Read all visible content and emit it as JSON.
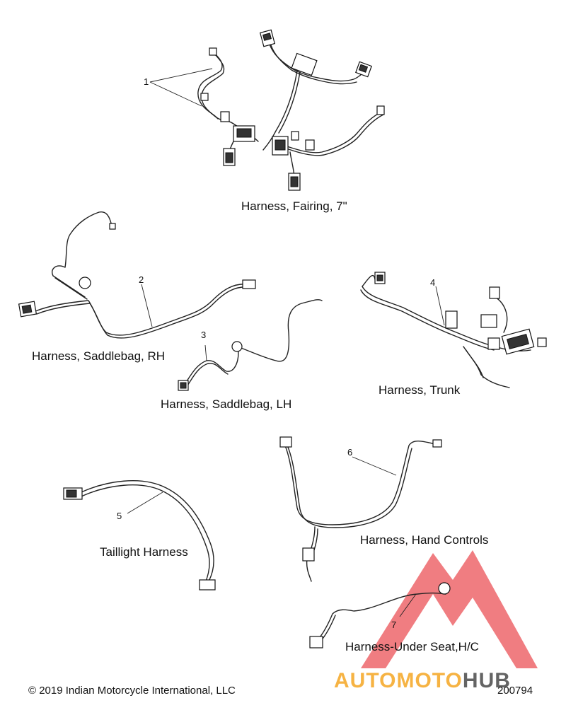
{
  "callouts": {
    "c1": "1",
    "c2": "2",
    "c3": "3",
    "c4": "4",
    "c5": "5",
    "c6": "6",
    "c7": "7"
  },
  "labels": {
    "fairing": "Harness, Fairing, 7\"",
    "saddlebag_rh": "Harness, Saddlebag, RH",
    "saddlebag_lh": "Harness, Saddlebag, LH",
    "trunk": "Harness, Trunk",
    "taillight": "Taillight Harness",
    "hand_controls": "Harness, Hand Controls",
    "under_seat": "Harness-Under Seat,H/C"
  },
  "footer": {
    "copyright": "© 2019 Indian Motorcycle International, LLC",
    "figure_number": "200794"
  },
  "watermark": {
    "part1": "AUTOMOTO",
    "part2": "HUB",
    "color_orange": "#f5a623",
    "color_red": "#e8343a",
    "color_gray": "#4a4a4a"
  }
}
